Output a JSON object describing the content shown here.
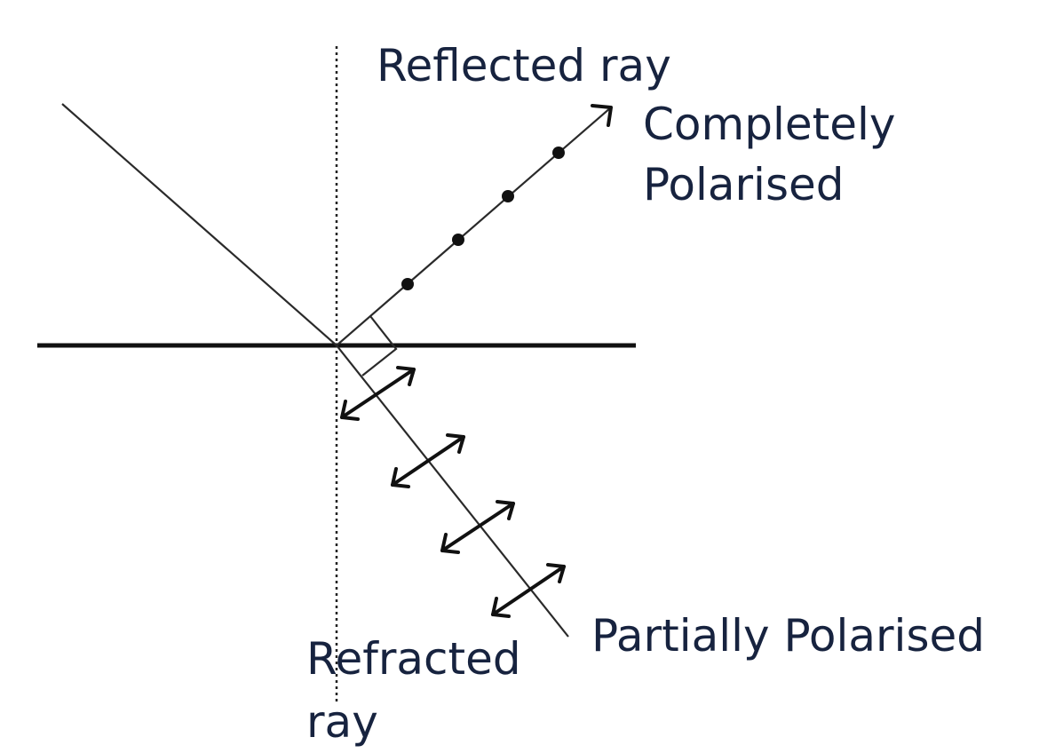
{
  "labels": {
    "reflected_ray": "Reflected ray",
    "completely_line1": "Completely",
    "completely_line2": "Polarised",
    "partially": "Partially Polarised",
    "refracted_line1": "Refracted",
    "refracted_line2": "ray"
  },
  "colors": {
    "text": "#17233f",
    "lines": "#111111",
    "background": "#ffffff"
  }
}
